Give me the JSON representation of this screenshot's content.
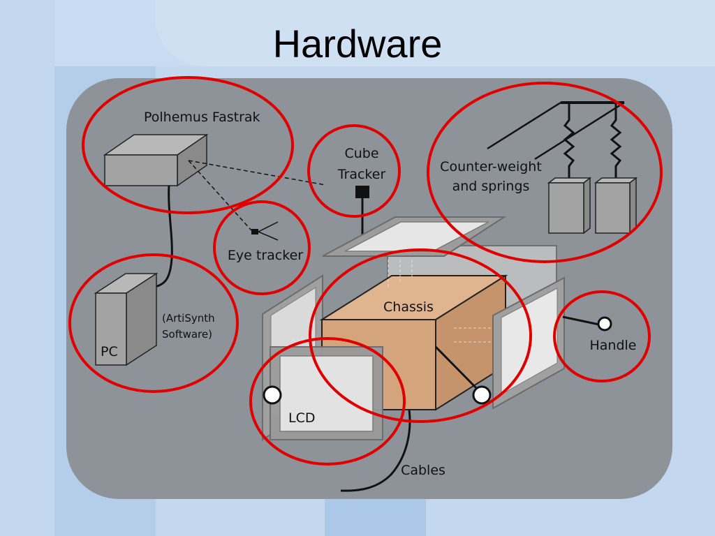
{
  "slide": {
    "title": "Hardware"
  },
  "labels": {
    "polhemus": "Polhemus Fastrak",
    "cube_tracker_line1": "Cube",
    "cube_tracker_line2": "Tracker",
    "counterweight_line1": "Counter-weight",
    "counterweight_line2": "and springs",
    "eye_tracker": "Eye tracker",
    "artisynth_line1": "(ArtiSynth",
    "artisynth_line2": "Software)",
    "pc": "PC",
    "chassis": "Chassis",
    "handle": "Handle",
    "lcd": "LCD",
    "cables": "Cables"
  },
  "colors": {
    "panel": "#8e9399",
    "highlight_circle": "#e00000",
    "chassis": "#d4a47c",
    "box_face": "#a3a3a3",
    "box_top": "#b8b8b8"
  }
}
